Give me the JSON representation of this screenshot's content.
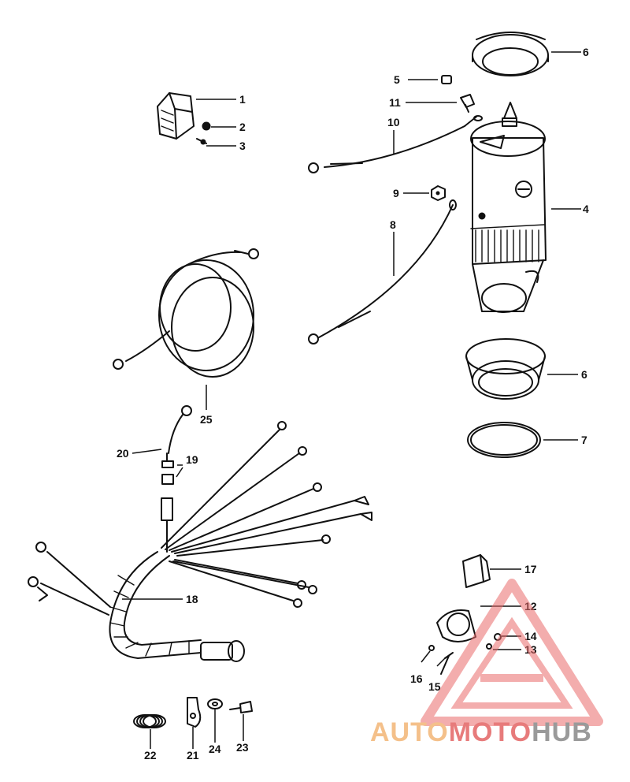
{
  "diagram": {
    "callouts": [
      {
        "id": "1",
        "label": "1"
      },
      {
        "id": "2",
        "label": "2"
      },
      {
        "id": "3",
        "label": "3"
      },
      {
        "id": "4",
        "label": "4"
      },
      {
        "id": "5",
        "label": "5"
      },
      {
        "id": "6a",
        "label": "6"
      },
      {
        "id": "6b",
        "label": "6"
      },
      {
        "id": "7",
        "label": "7"
      },
      {
        "id": "8",
        "label": "8"
      },
      {
        "id": "9",
        "label": "9"
      },
      {
        "id": "10",
        "label": "10"
      },
      {
        "id": "11",
        "label": "11"
      },
      {
        "id": "12",
        "label": "12"
      },
      {
        "id": "13",
        "label": "13"
      },
      {
        "id": "14",
        "label": "14"
      },
      {
        "id": "15",
        "label": "15"
      },
      {
        "id": "16",
        "label": "16"
      },
      {
        "id": "17",
        "label": "17"
      },
      {
        "id": "18",
        "label": "18"
      },
      {
        "id": "19",
        "label": "19"
      },
      {
        "id": "20",
        "label": "20"
      },
      {
        "id": "21",
        "label": "21"
      },
      {
        "id": "22",
        "label": "22"
      },
      {
        "id": "23",
        "label": "23"
      },
      {
        "id": "24",
        "label": "24"
      },
      {
        "id": "25",
        "label": "25"
      }
    ]
  },
  "watermark": {
    "part1": "AUTO",
    "part2": "MOTO",
    "part3": "HUB",
    "colors": {
      "auto": "#f4c08a",
      "moto": "#e77b7b",
      "hub": "#9a9a9a",
      "triangle": "#ea6b6b"
    }
  }
}
